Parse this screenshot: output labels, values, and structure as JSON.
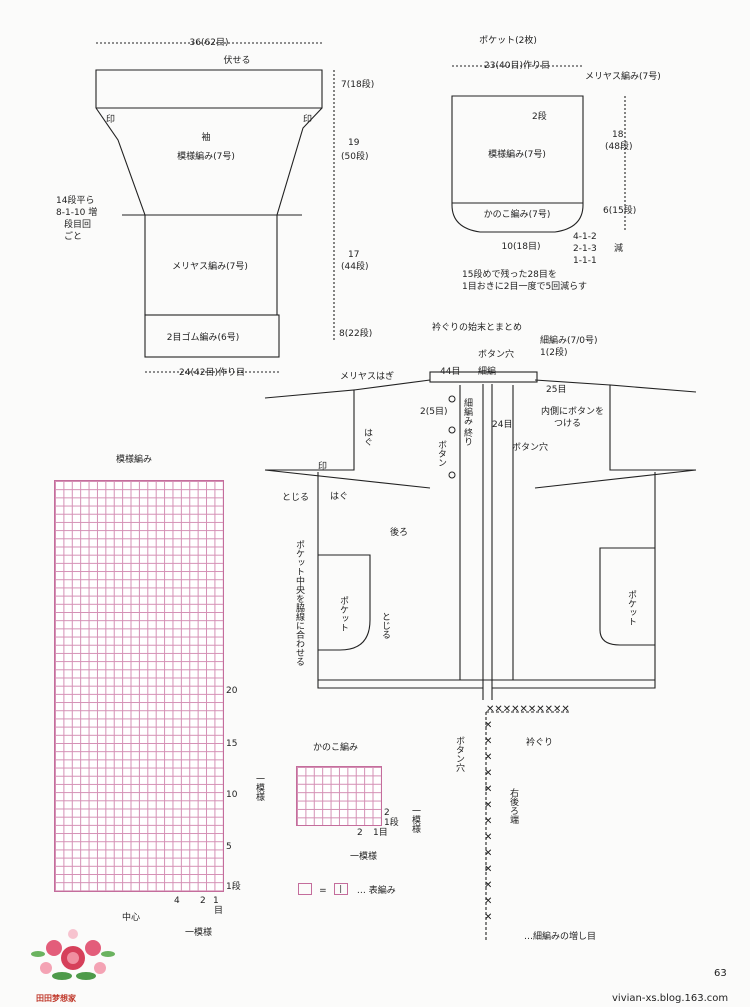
{
  "sleeve": {
    "top_width": "36(62目)",
    "bind_off": "伏せる",
    "mark_left": "印",
    "mark_right": "印",
    "title": "袖",
    "pattern": "模様編み(7号)",
    "upper_height_a": "7(18段)",
    "upper_height_b": "19",
    "upper_height_c": "(50段)",
    "side_inc_a": "14段平ら",
    "side_inc_b": "8-1-10 増",
    "side_inc_c": "段目回",
    "side_inc_d": "ごと",
    "stockinette": "メリヤス編み(7号)",
    "mid_height_a": "17",
    "mid_height_b": "(44段)",
    "ribbing": "2目ゴム編み(6号)",
    "rib_height": "8(22段)",
    "bottom_width": "24(42目)作り目"
  },
  "pocket": {
    "title": "ポケット(2枚)",
    "cast_on": "23(40目)作り目",
    "stockinette": "メリヤス編み(7号)",
    "rows_2": "2段",
    "pattern": "模様編み(7号)",
    "basket": "かのこ編み(7号)",
    "height_a": "18",
    "height_b": "(48段)",
    "height_c": "6(15段)",
    "dec_1": "4-1-2",
    "dec_2": "2-1-3",
    "dec_3": "1-1-1",
    "dec_label": "減",
    "bottom": "10(18目)",
    "note_1": "15段めで残った28目を",
    "note_2": "1目おきに2目一度で5回減らす"
  },
  "assembly": {
    "title": "衿ぐりの始末とまとめ",
    "crochet": "細編み(7/0号)",
    "crochet_rows": "1(2段)",
    "buttonhole": "ボタン穴",
    "stitch_44": "44目",
    "crochet_short": "細編",
    "st_25": "25目",
    "graft": "メリヤスはぎ",
    "side_2": "2(5目)",
    "inner_button_a": "内側にボタンを",
    "inner_button_b": "つける",
    "edge": "細編み",
    "edge_b": "終り",
    "button": "ボタン",
    "st_24": "24目",
    "buttonhole_b": "ボタン穴",
    "seam_a": "はぐ",
    "seam_b": "はぐ",
    "mark": "印",
    "close_a": "とじる",
    "back": "後ろ",
    "pocket_center": "ポケット中央を脇線に合わせる",
    "pocket_l": "ポケット",
    "close_b": "とじる",
    "pocket_r": "ポケット",
    "neckline": "衿ぐり",
    "buttonhole_c": "ボタン穴",
    "right_front": "右後ろ端",
    "increase_note": "…細編みの増し目"
  },
  "chart_pattern": {
    "title": "模様編み",
    "row_labels": [
      "20",
      "15",
      "10",
      "5",
      "1段"
    ],
    "col_labels": [
      "4",
      "2",
      "1"
    ],
    "col_suffix": "目",
    "center": "中心",
    "repeat": "一模様",
    "repeat_v": "一模様"
  },
  "chart_basket": {
    "title": "かのこ編み",
    "row_labels": [
      "2",
      "1段"
    ],
    "col_labels": [
      "2",
      "1目"
    ],
    "repeat": "一模様",
    "repeat_v": "一模様"
  },
  "legend": {
    "box_a": "",
    "equals": "=",
    "box_b": "|",
    "text": "… 表編み"
  },
  "footer": {
    "page": "63",
    "blog": "vivian-xs.blog.163.com",
    "logo_text": "田田梦想家"
  },
  "colors": {
    "grid_line": "#d48fb4",
    "ink": "#222222"
  }
}
